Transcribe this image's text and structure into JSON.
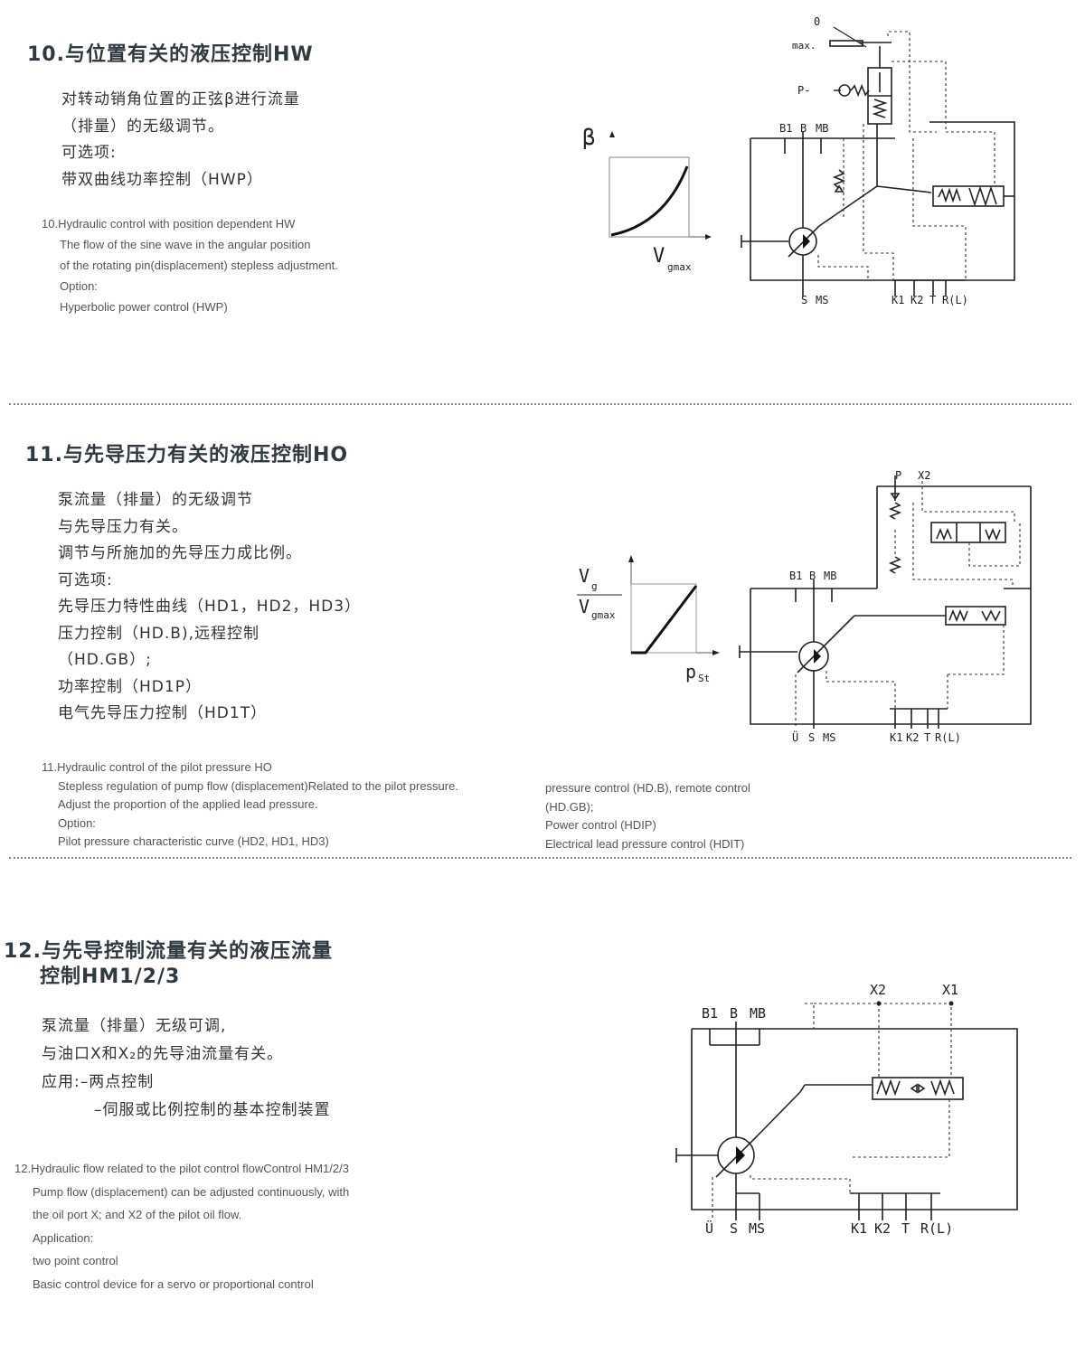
{
  "sections": [
    {
      "title": "10.与位置有关的液压控制HW",
      "cn": [
        "对转动销角位置的正弦β进行流量",
        "（排量）的无级调节。",
        "可选项:",
        "带双曲线功率控制（HWP）"
      ],
      "en": [
        "10.Hydraulic control with position dependent HW",
        "The flow of the sine wave in the angular position",
        "of the rotating pin(displacement) stepless adjustment.",
        "Option:",
        "Hyperbolic power control (HWP)"
      ],
      "graph": {
        "y_label": "β",
        "x_label_main": "V",
        "x_label_sub": "gmax"
      },
      "schematic": {
        "labels": [
          "0",
          "max.",
          "P-",
          "B1",
          "B",
          "MB",
          "S",
          "MS",
          "K1",
          "K2",
          "T",
          "R(L)"
        ]
      }
    },
    {
      "title": "11.与先导压力有关的液压控制HO",
      "cn": [
        "泵流量（排量）的无级调节",
        "与先导压力有关。",
        "调节与所施加的先导压力成比例。",
        "可选项:",
        "先导压力特性曲线（HD1，HD2，HD3）",
        "压力控制（HD.B),远程控制",
        "（HD.GB）;",
        "功率控制（HD1P）",
        "电气先导压力控制（HD1T）"
      ],
      "en_left": [
        "11.Hydraulic control of the pilot pressure HO",
        "Stepless regulation of pump flow (displacement)Related to the pilot pressure.",
        "Adjust the proportion of the applied lead pressure.",
        "Option:",
        "Pilot pressure characteristic curve (HD2, HD1, HD3)"
      ],
      "en_right": [
        "pressure control (HD.B), remote control",
        "(HD.GB);",
        "Power control (HDIP)",
        "Electrical lead pressure control (HDIT)"
      ],
      "graph": {
        "y_label_num": "V",
        "y_label_num_sub": "g",
        "y_label_den": "V",
        "y_label_den_sub": "gmax",
        "x_label_main": "p",
        "x_label_sub": "St"
      },
      "schematic": {
        "labels": [
          "P",
          "X2",
          "B1",
          "B",
          "MB",
          "Ü",
          "S",
          "MS",
          "K1",
          "K2",
          "T",
          "R(L)"
        ]
      }
    },
    {
      "title_line1": "12.与先导控制流量有关的液压流量",
      "title_line2": "控制HM1/2/3",
      "cn": [
        "泵流量（排量）无级可调,",
        "与油口X和X₂的先导油流量有关。",
        "应用:–两点控制",
        "–伺服或比例控制的基本控制装置"
      ],
      "en": [
        "12.Hydraulic flow related to the pilot control flowControl HM1/2/3",
        "Pump flow (displacement) can be adjusted continuously, with",
        "the oil port X; and X2 of the pilot oil flow.",
        "Application:",
        "two point control",
        "Basic control device for a servo or proportional control"
      ],
      "schematic": {
        "labels": [
          "X2",
          "X1",
          "B1",
          "B",
          "MB",
          "Ü",
          "S",
          "MS",
          "K1",
          "K2",
          "T",
          "R(L)"
        ]
      }
    }
  ]
}
